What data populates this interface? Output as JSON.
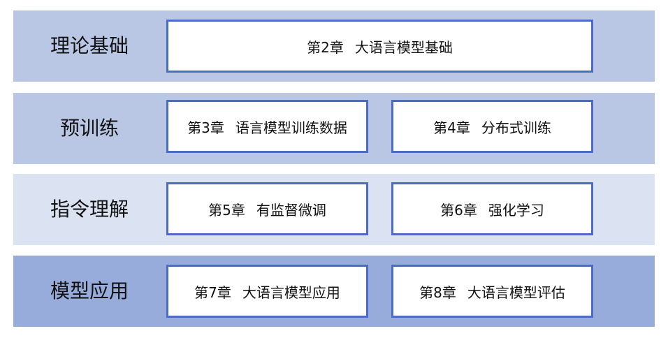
{
  "colors": {
    "band_light": "#b9c6e4",
    "band_lighter": "#dbe2f1",
    "band_medium": "#97acdb",
    "box_border": "#4a6cc4"
  },
  "layers": [
    {
      "label": "理论基础",
      "chapters": [
        {
          "number": "第2章",
          "title": "大语言模型基础"
        }
      ]
    },
    {
      "label": "预训练",
      "chapters": [
        {
          "number": "第3章",
          "title": "语言模型训练数据"
        },
        {
          "number": "第4章",
          "title": "分布式训练"
        }
      ]
    },
    {
      "label": "指令理解",
      "chapters": [
        {
          "number": "第5章",
          "title": "有监督微调"
        },
        {
          "number": "第6章",
          "title": "强化学习"
        }
      ]
    },
    {
      "label": "模型应用",
      "chapters": [
        {
          "number": "第7章",
          "title": "大语言模型应用"
        },
        {
          "number": "第8章",
          "title": "大语言模型评估"
        }
      ]
    }
  ]
}
